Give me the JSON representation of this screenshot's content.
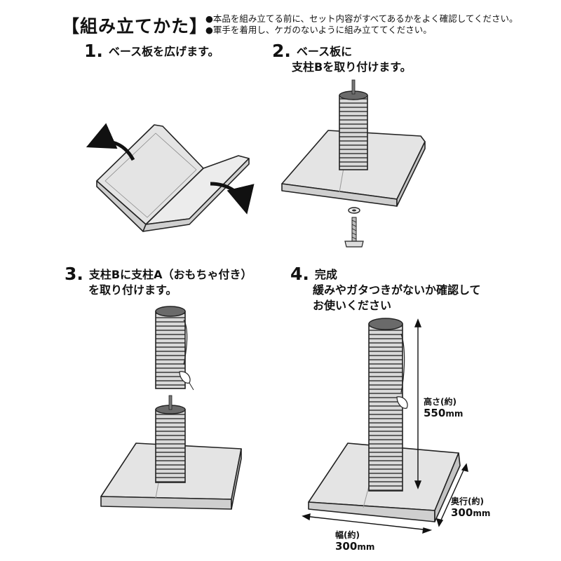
{
  "header": {
    "title": "【組み立てかた】",
    "notes": [
      "●本品を組み立てる前に、セット内容がすべてあるかをよく確認してください。",
      "●軍手を着用し、ケガのないように組み立ててください。"
    ]
  },
  "steps": [
    {
      "number": "1.",
      "lines": [
        "ベース板を広げます。"
      ]
    },
    {
      "number": "2.",
      "lines": [
        "ベース板に",
        "支柱Bを取り付けます。"
      ]
    },
    {
      "number": "3.",
      "lines": [
        "支柱Bに支柱A（おもちゃ付き）",
        "を取り付けます。"
      ]
    },
    {
      "number": "4.",
      "lines": [
        "完成",
        "緩みやガタつきがないか確認して",
        "お使いください"
      ]
    }
  ],
  "dimensions": {
    "height": {
      "label": "高さ(約)",
      "value": "550",
      "unit": "mm"
    },
    "depth": {
      "label": "奥行(約)",
      "value": "300",
      "unit": "mm"
    },
    "width": {
      "label": "幅(約)",
      "value": "300",
      "unit": "mm"
    }
  },
  "colors": {
    "board": "#e4e4e4",
    "rope": "#d8d8d8",
    "outline": "#222222",
    "top_cap": "#666666"
  }
}
